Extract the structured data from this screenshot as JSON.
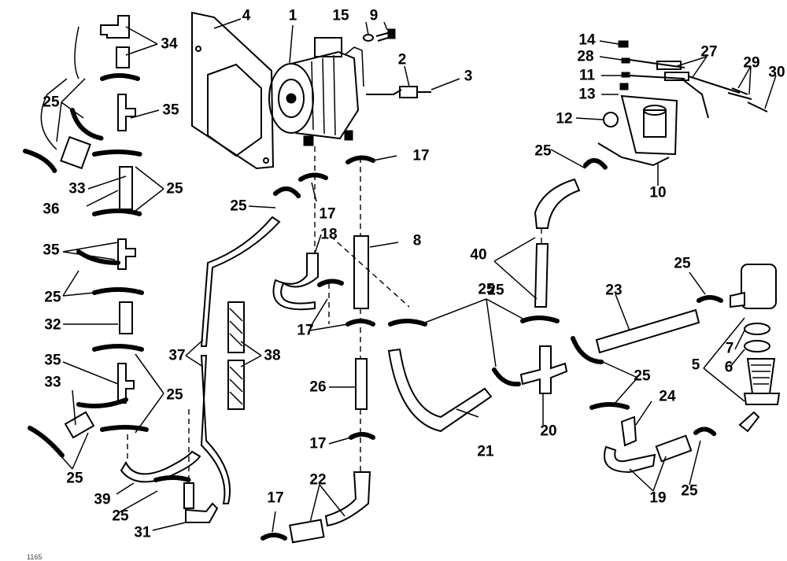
{
  "diagram": {
    "callouts": [
      {
        "id": "c1",
        "label": "1"
      },
      {
        "id": "c2",
        "label": "2"
      },
      {
        "id": "c3",
        "label": "3"
      },
      {
        "id": "c4",
        "label": "4"
      },
      {
        "id": "c5",
        "label": "5"
      },
      {
        "id": "c6",
        "label": "6"
      },
      {
        "id": "c7",
        "label": "7"
      },
      {
        "id": "c8",
        "label": "8"
      },
      {
        "id": "c9",
        "label": "9"
      },
      {
        "id": "c10",
        "label": "10"
      },
      {
        "id": "c11",
        "label": "11"
      },
      {
        "id": "c12",
        "label": "12"
      },
      {
        "id": "c13",
        "label": "13"
      },
      {
        "id": "c14",
        "label": "14"
      },
      {
        "id": "c15",
        "label": "15"
      },
      {
        "id": "c17a",
        "label": "17"
      },
      {
        "id": "c17b",
        "label": "17"
      },
      {
        "id": "c17c",
        "label": "17"
      },
      {
        "id": "c17d",
        "label": "17"
      },
      {
        "id": "c17e",
        "label": "17"
      },
      {
        "id": "c18",
        "label": "18"
      },
      {
        "id": "c19",
        "label": "19"
      },
      {
        "id": "c20",
        "label": "20"
      },
      {
        "id": "c21",
        "label": "21"
      },
      {
        "id": "c22",
        "label": "22"
      },
      {
        "id": "c23",
        "label": "23"
      },
      {
        "id": "c24",
        "label": "24"
      },
      {
        "id": "c25a",
        "label": "25"
      },
      {
        "id": "c25b",
        "label": "25"
      },
      {
        "id": "c25c",
        "label": "25"
      },
      {
        "id": "c25d",
        "label": "25"
      },
      {
        "id": "c25e",
        "label": "25"
      },
      {
        "id": "c25f",
        "label": "25"
      },
      {
        "id": "c25g",
        "label": "25"
      },
      {
        "id": "c25h",
        "label": "25"
      },
      {
        "id": "c25i",
        "label": "25"
      },
      {
        "id": "c25j",
        "label": "25"
      },
      {
        "id": "c25k",
        "label": "25"
      },
      {
        "id": "c25l",
        "label": "25"
      },
      {
        "id": "c25m",
        "label": "25"
      },
      {
        "id": "c26",
        "label": "26"
      },
      {
        "id": "c27",
        "label": "27"
      },
      {
        "id": "c28",
        "label": "28"
      },
      {
        "id": "c29",
        "label": "29"
      },
      {
        "id": "c30",
        "label": "30"
      },
      {
        "id": "c31",
        "label": "31"
      },
      {
        "id": "c32",
        "label": "32"
      },
      {
        "id": "c33a",
        "label": "33"
      },
      {
        "id": "c33b",
        "label": "33"
      },
      {
        "id": "c34",
        "label": "34"
      },
      {
        "id": "c35a",
        "label": "35"
      },
      {
        "id": "c35b",
        "label": "35"
      },
      {
        "id": "c35c",
        "label": "35"
      },
      {
        "id": "c36",
        "label": "36"
      },
      {
        "id": "c37",
        "label": "37"
      },
      {
        "id": "c38",
        "label": "38"
      },
      {
        "id": "c39",
        "label": "39"
      },
      {
        "id": "c40",
        "label": "40"
      }
    ],
    "watermark": "1165"
  },
  "colors": {
    "ink": "#000000",
    "paper": "#ffffff"
  }
}
